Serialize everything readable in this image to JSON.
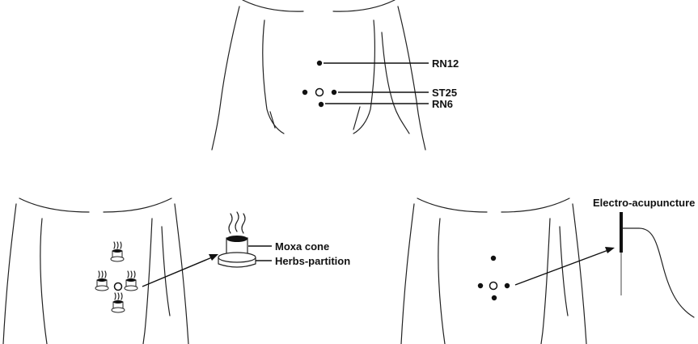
{
  "panel_top": {
    "labels": {
      "rn12": "RN12",
      "st25": "ST25",
      "rn6": "RN6"
    }
  },
  "panel_bottom_left": {
    "labels": {
      "moxa_cone": "Moxa cone",
      "herbs_partition": "Herbs-partition"
    }
  },
  "panel_bottom_right": {
    "labels": {
      "electro": "Electro-acupuncture"
    }
  },
  "colors": {
    "line": "#222222",
    "moxa_top": "#111111",
    "background": "#ffffff"
  }
}
